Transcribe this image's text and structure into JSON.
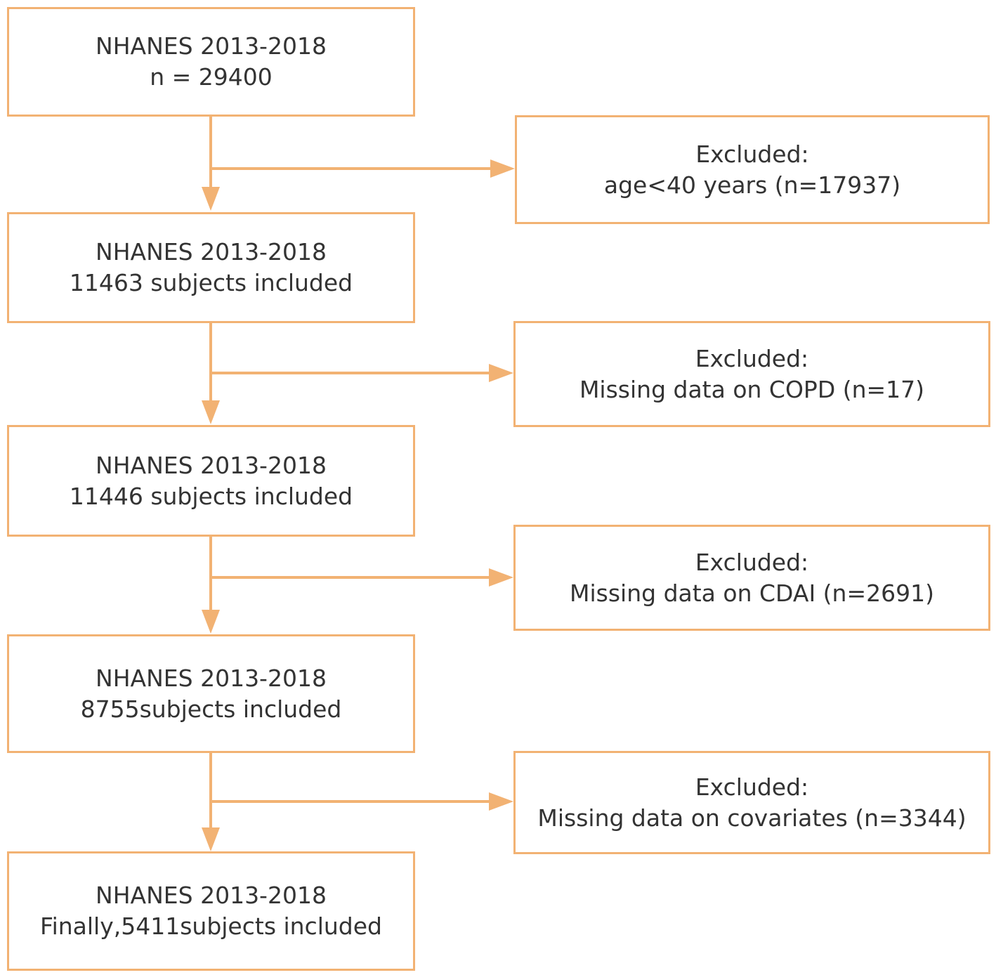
{
  "colors": {
    "border": "#F2B273",
    "arrow": "#F2B273",
    "text": "#333333"
  },
  "main_steps": [
    {
      "line1": "NHANES 2013-2018",
      "line2": "n = 29400"
    },
    {
      "line1": "NHANES 2013-2018",
      "line2": "11463 subjects included"
    },
    {
      "line1": "NHANES 2013-2018",
      "line2": "11446 subjects included"
    },
    {
      "line1": "NHANES 2013-2018",
      "line2": "8755subjects included"
    },
    {
      "line1": "NHANES 2013-2018",
      "line2": "Finally,5411subjects included"
    }
  ],
  "exclusions": [
    {
      "title": "Excluded:",
      "reason": "age<40 years (n=17937)"
    },
    {
      "title": "Excluded:",
      "reason": "Missing data on COPD (n=17)"
    },
    {
      "title": "Excluded:",
      "reason": "Missing data on CDAI (n=2691)"
    },
    {
      "title": "Excluded:",
      "reason": "Missing data on covariates (n=3344)"
    }
  ]
}
